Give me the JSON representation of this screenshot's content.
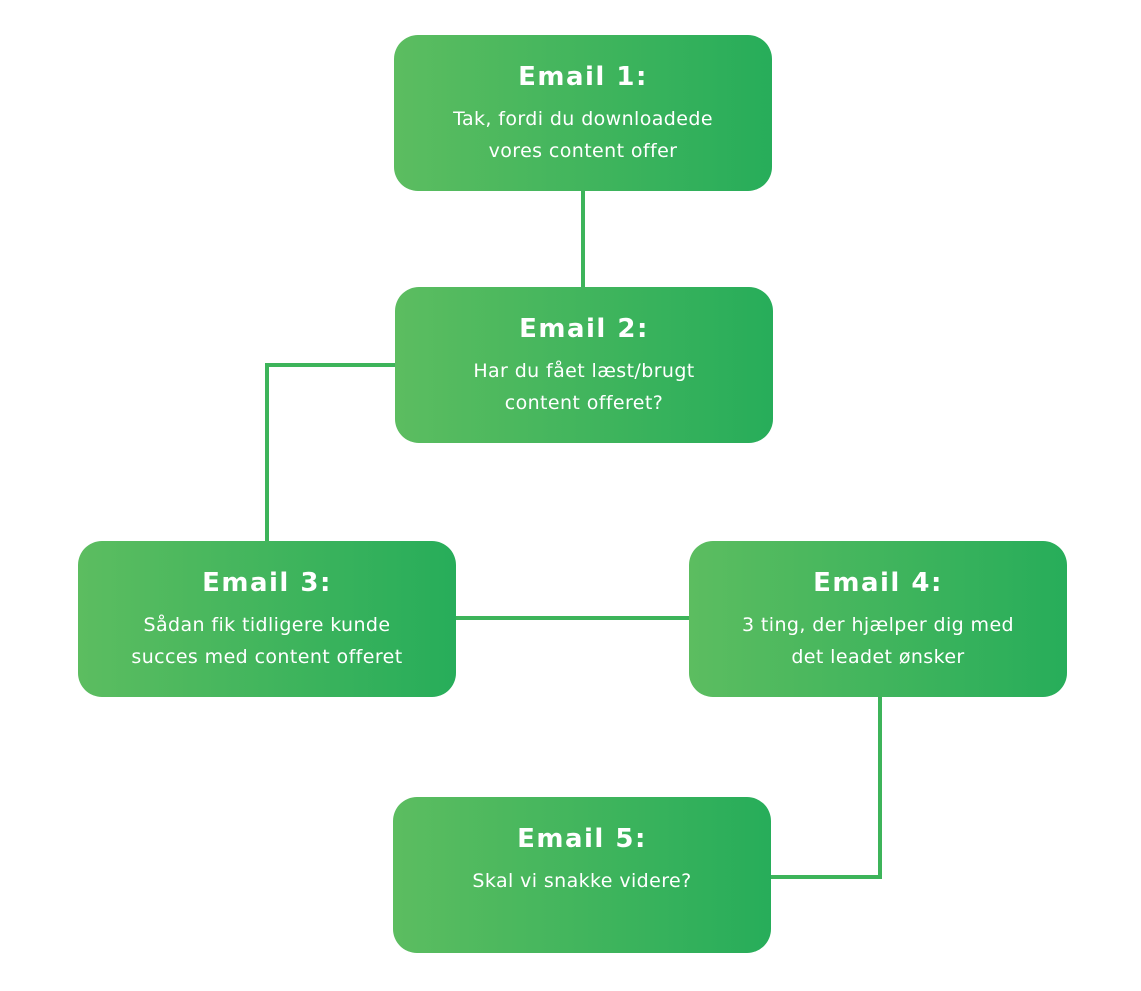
{
  "colors": {
    "box_gradient_start": "#5cbd60",
    "box_gradient_end": "#27ad5a",
    "connector": "#3db45a",
    "text": "#ffffff",
    "background": "#ffffff"
  },
  "nodes": [
    {
      "id": "email-1",
      "title": "Email 1:",
      "lines": [
        "Tak, fordi du downloadede",
        "vores content offer"
      ]
    },
    {
      "id": "email-2",
      "title": "Email 2:",
      "lines": [
        "Har du fået læst/brugt",
        "content offeret?"
      ]
    },
    {
      "id": "email-3",
      "title": "Email 3:",
      "lines": [
        "Sådan fik tidligere kunde",
        "succes med content offeret"
      ]
    },
    {
      "id": "email-4",
      "title": "Email 4:",
      "lines": [
        "3 ting, der hjælper dig med",
        "det leadet ønsker"
      ]
    },
    {
      "id": "email-5",
      "title": "Email 5:",
      "lines": [
        "Skal vi snakke videre?"
      ]
    }
  ],
  "edges": [
    {
      "from": "email-1",
      "to": "email-2"
    },
    {
      "from": "email-2",
      "to": "email-3"
    },
    {
      "from": "email-3",
      "to": "email-4"
    },
    {
      "from": "email-4",
      "to": "email-5"
    }
  ]
}
